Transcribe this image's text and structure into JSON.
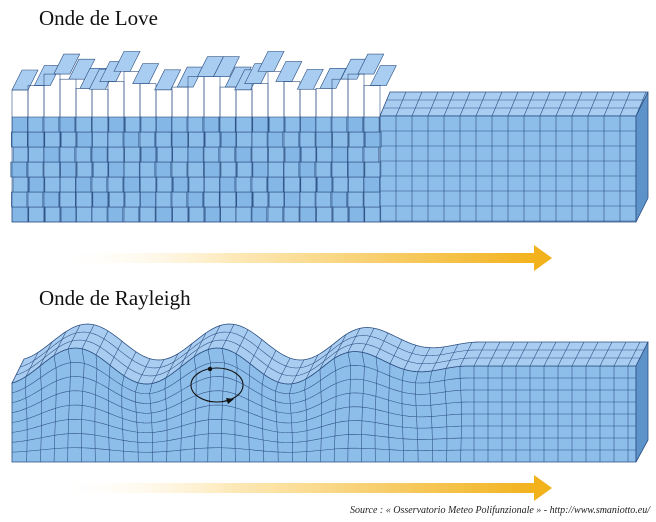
{
  "diagram": {
    "love_wave": {
      "title": "Onde de Love"
    },
    "rayleigh_wave": {
      "title": "Onde de Rayleigh"
    },
    "source_note": "Source : « Osservatorio Meteo Polifunzionale » - http://www.smaniotto.eu/"
  },
  "colors": {
    "block_fill": "#7fb2e2",
    "block_front": "#8dbde9",
    "block_top": "#a9cdf0",
    "block_side": "#5d93c8",
    "grid_line": "#2b4f83",
    "arrow_start": "#fff8e6",
    "arrow_end": "#f2b21c"
  }
}
